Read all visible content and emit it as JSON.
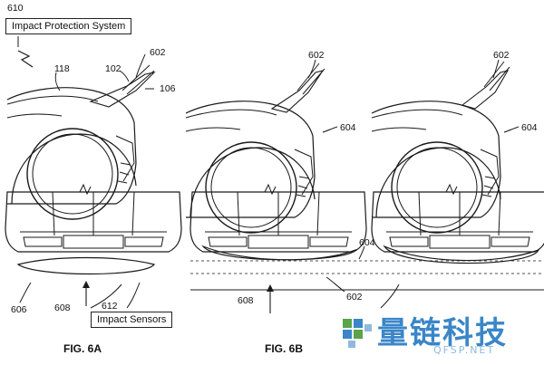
{
  "labels": {
    "system_box": "Impact Protection System",
    "sensors_box": "Impact Sensors"
  },
  "numerals": {
    "n610": "610",
    "n602a": "602",
    "n102": "102",
    "n106": "106",
    "n118": "118",
    "n602b": "602",
    "n604b": "604",
    "n602c": "602",
    "n604c": "604",
    "n606": "606",
    "n608a": "608",
    "n612": "612",
    "n604d": "604",
    "n608b": "608",
    "n602d": "602"
  },
  "figures": {
    "fig_a": "FIG. 6A",
    "fig_b": "FIG. 6B"
  },
  "watermark": {
    "cn": "量链科技",
    "en": "QFSP.NET",
    "colors": {
      "blue": "#3a86c8",
      "green": "#5aa548",
      "light": "#8fb9de"
    }
  },
  "line_color": "#1a1a1a"
}
